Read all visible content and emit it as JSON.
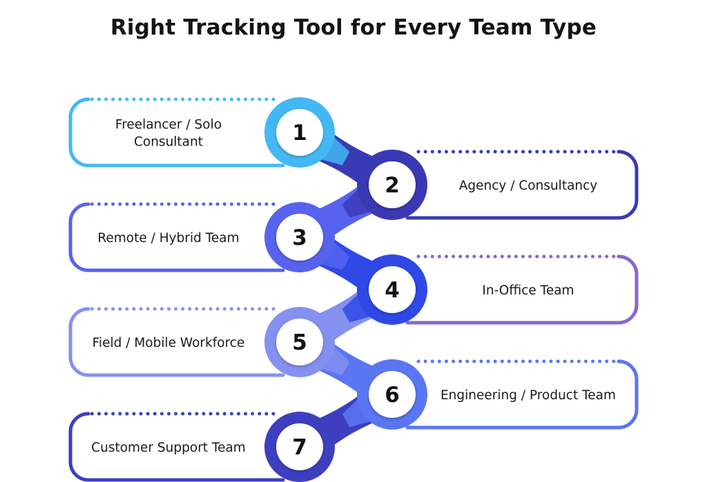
{
  "title": "Right Tracking Tool for Every Team Type",
  "steps": [
    {
      "number": "1",
      "lines": [
        "Freelancer / Solo",
        "Consultant"
      ],
      "color": "#43b8f4"
    },
    {
      "number": "2",
      "lines": [
        "Agency / Consultancy"
      ],
      "color": "#3a39b4"
    },
    {
      "number": "3",
      "lines": [
        "Remote / Hybrid Team"
      ],
      "color": "#5763ee"
    },
    {
      "number": "4",
      "lines": [
        "In-Office Team"
      ],
      "color": "#2e49e6"
    },
    {
      "number": "5",
      "lines": [
        "Field / Mobile Workforce"
      ],
      "color": "#8591f1"
    },
    {
      "number": "6",
      "lines": [
        "Engineering / Product Team"
      ],
      "color": "#5a76f3"
    },
    {
      "number": "7",
      "lines": [
        "Customer Support Team"
      ],
      "color": "#3d3fc0"
    }
  ],
  "colors": {
    "title": "#141414",
    "label": "#1a1a1a",
    "inner_circle": "#ffffff",
    "number": "#111111",
    "step4_bracket_accent": "#8a67c8"
  }
}
